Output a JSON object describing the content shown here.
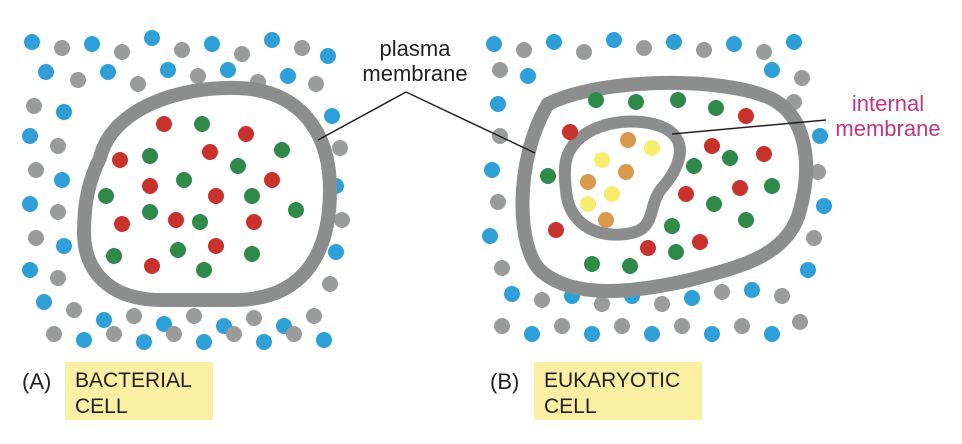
{
  "labels": {
    "plasma_line1": "plasma",
    "plasma_line2": "membrane",
    "internal_line1": "internal",
    "internal_line2": "membrane"
  },
  "panels": {
    "a": {
      "letter": "(A)",
      "title_line1": "BACTERIAL",
      "title_line2": "CELL"
    },
    "b": {
      "letter": "(B)",
      "title_line1": "EUKARYOTIC",
      "title_line2": "CELL"
    }
  },
  "colors": {
    "membrane": "#8c8e8e",
    "blue": "#2f9fd8",
    "grey": "#9a9c9c",
    "red": "#c8322c",
    "green": "#2f8a4a",
    "yellow": "#f7ec6c",
    "orange": "#d69a4a",
    "label_box": "#fbefa4",
    "internal_text": "#c2357e"
  }
}
